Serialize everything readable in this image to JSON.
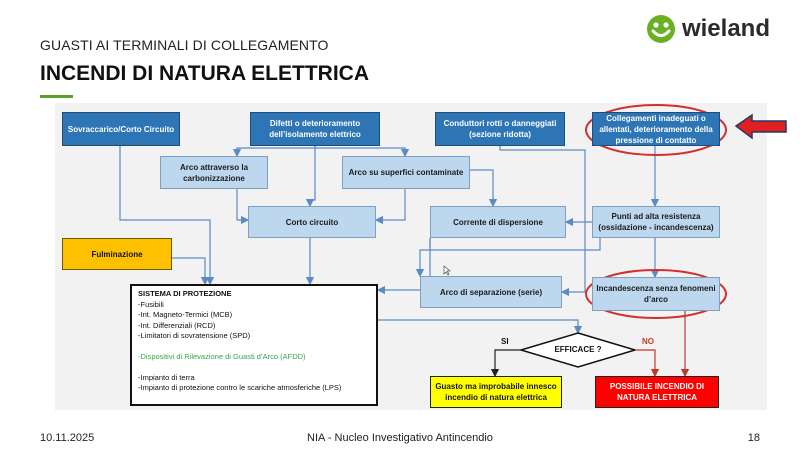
{
  "header": {
    "subtitle": "GUASTI AI TERMINALI DI COLLEGAMENTO",
    "title": "INCENDI DI NATURA ELETTRICA",
    "logo_text": "wieland"
  },
  "diagram": {
    "boxes": {
      "sovraccarico": "Sovraccarico/Corto Circuito",
      "difetti": "Difetti o deterioramento dell’isolamento elettrico",
      "conduttori": "Conduttori rotti o danneggiati (sezione ridotta)",
      "collegamenti": "Collegamenti inadeguati o allentati, deterioramento della pressione di contatto",
      "arco_carbonizzazione": "Arco attraverso la carbonizzazione",
      "arco_superfici": "Arco su superfici contaminate",
      "corto_circuito": "Corto circuito",
      "corrente_dispersione": "Corrente di dispersione",
      "punti_resistenza": "Punti ad alta resistenza (ossidazione - incandescenza)",
      "fulminazione": "Fulminazione",
      "arco_separazione": "Arco di separazione (serie)",
      "incandescenza": "Incandescenza senza fenomeni d’arco",
      "efficace": "EFFICACE ?",
      "si": "SI",
      "no": "NO",
      "guasto": "Guasto ma improbabile innesco incendio di natura elettrica",
      "possibile_incendio": "POSSIBILE INCENDIO DI NATURA ELETTRICA"
    },
    "protezione": {
      "heading": "SISTEMA DI PROTEZIONE",
      "items": [
        "-Fusibili",
        "-Int. Magneto-Termici (MCB)",
        "-Int. Differenziali (RCD)",
        "-Limitatori di sovratensione (SPD)"
      ],
      "afdd": "-Dispositivi di Rilevazione di Guasti d’Arco (AFDD)",
      "items2": [
        "-Impianto di terra",
        "-Impianto di protezione contro le scariche atmosferiche (LPS)"
      ]
    }
  },
  "footer": {
    "date": "10.11.2025",
    "center": "NIA - Nucleo Investigativo Antincendio",
    "page": "18"
  },
  "colors": {
    "dark_blue": "#2e75b6",
    "light_blue": "#bdd7ee",
    "highlight_red": "#d32f2f",
    "accent_green": "#5aa02c"
  }
}
